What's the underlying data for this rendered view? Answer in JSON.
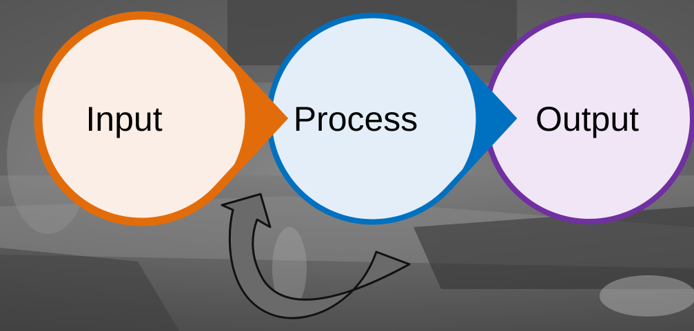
{
  "diagram": {
    "nodes": [
      {
        "id": "input",
        "label": "Input",
        "fill": "#fbeee6",
        "stroke": "#e36c0a"
      },
      {
        "id": "process",
        "label": "Process",
        "fill": "#e4eef8",
        "stroke": "#0070c0"
      },
      {
        "id": "output",
        "label": "Output",
        "fill": "#f0e6f5",
        "stroke": "#7030a0"
      }
    ],
    "feedback_arrow_color": "#6a6a6a",
    "background_tone": "grayscale photo"
  }
}
